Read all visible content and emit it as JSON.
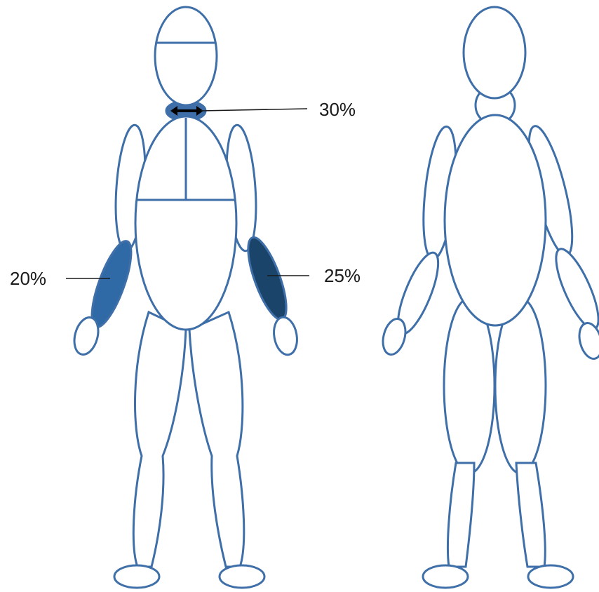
{
  "colors": {
    "outline": "#3f6fa8",
    "neck_band": "#3f6fa8",
    "left_forearm": "#2f6aa7",
    "right_forearm": "#1b446b",
    "marker": "#000000"
  },
  "annotations": [
    {
      "id": "neck",
      "label": "30%"
    },
    {
      "id": "left-forearm",
      "label": "20%"
    },
    {
      "id": "right-forearm",
      "label": "25%"
    }
  ]
}
